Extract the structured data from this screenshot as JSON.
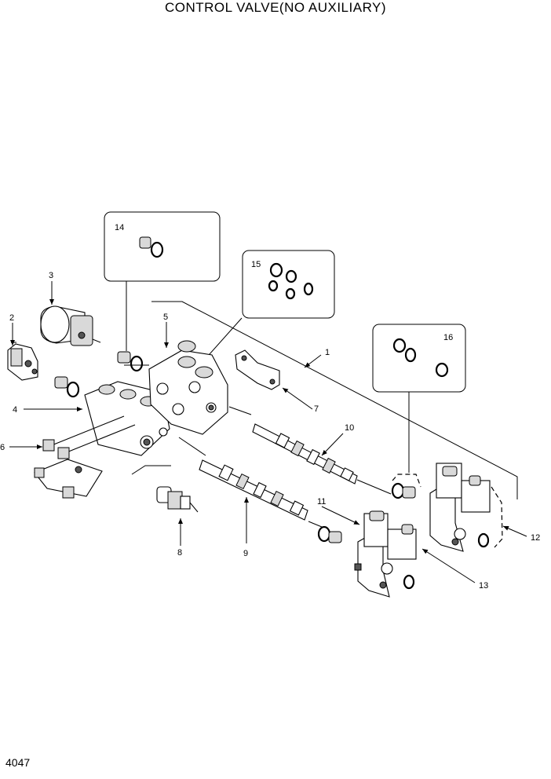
{
  "title": "CONTROL VALVE(NO AUXILIARY)",
  "page_number": "4047",
  "callouts": [
    {
      "id": "c1",
      "label": "1"
    },
    {
      "id": "c2",
      "label": "2"
    },
    {
      "id": "c3",
      "label": "3"
    },
    {
      "id": "c4",
      "label": "4"
    },
    {
      "id": "c5",
      "label": "5"
    },
    {
      "id": "c6",
      "label": "6"
    },
    {
      "id": "c7",
      "label": "7"
    },
    {
      "id": "c8",
      "label": "8"
    },
    {
      "id": "c9",
      "label": "9"
    },
    {
      "id": "c10",
      "label": "10"
    },
    {
      "id": "c11",
      "label": "11"
    },
    {
      "id": "c12",
      "label": "12"
    },
    {
      "id": "c13",
      "label": "13"
    },
    {
      "id": "c14",
      "label": "14"
    },
    {
      "id": "c15",
      "label": "15"
    },
    {
      "id": "c16",
      "label": "16"
    }
  ]
}
